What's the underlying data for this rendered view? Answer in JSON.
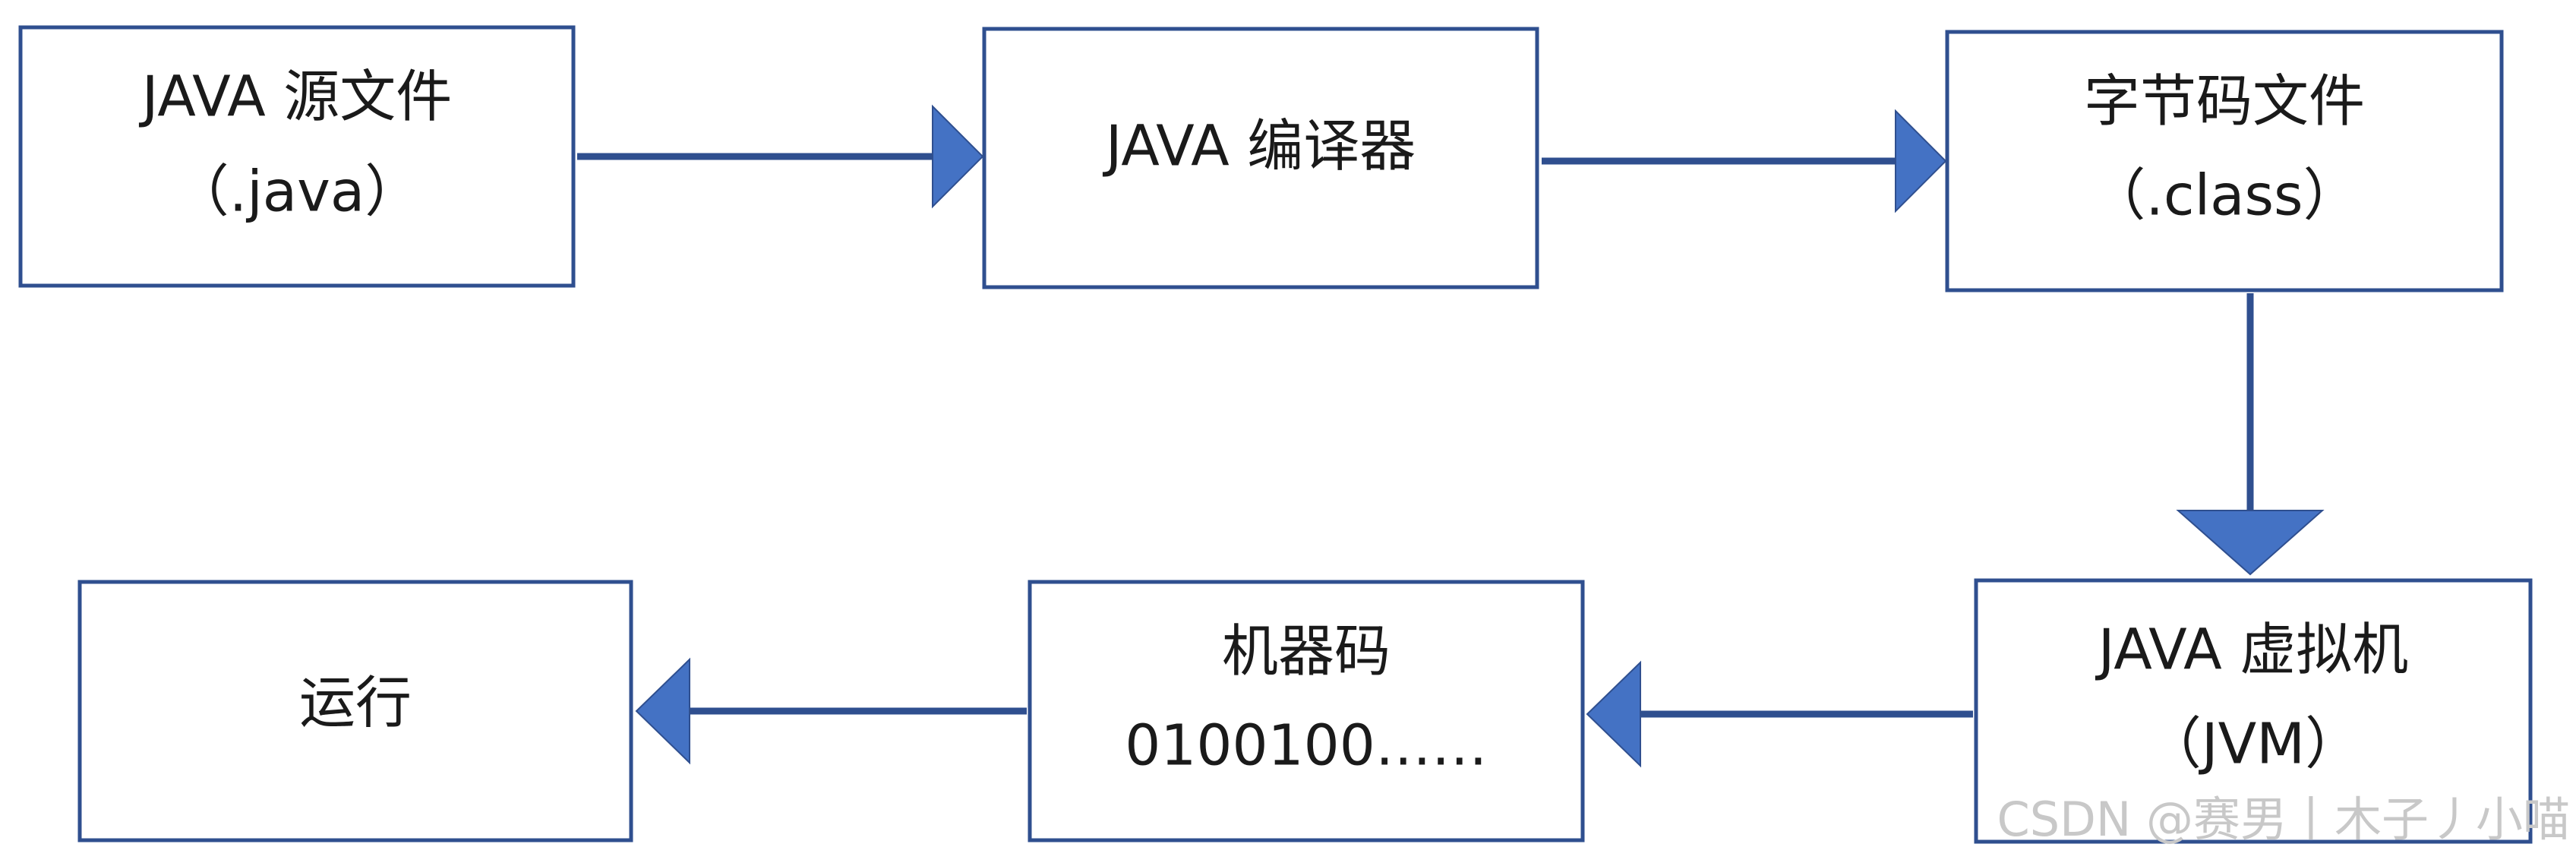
{
  "nodes": {
    "java_source": {
      "line1": "JAVA 源文件",
      "line2": "（.java）"
    },
    "java_compiler": {
      "line1": "JAVA 编译器"
    },
    "bytecode_file": {
      "line1": "字节码文件",
      "line2": "（.class）"
    },
    "jvm": {
      "line1": "JAVA 虚拟机",
      "line2": "（JVM）"
    },
    "machine_code": {
      "line1": "机器码",
      "line2": "0100100……"
    },
    "run": {
      "line1": "运行"
    }
  },
  "watermark": "CSDN @赛男丨木子丿小喵",
  "colors": {
    "box_border": "#2f4f8f",
    "arrow_fill": "#4472c4",
    "text": "#1a1a1a",
    "watermark": "#c8c8c8"
  }
}
